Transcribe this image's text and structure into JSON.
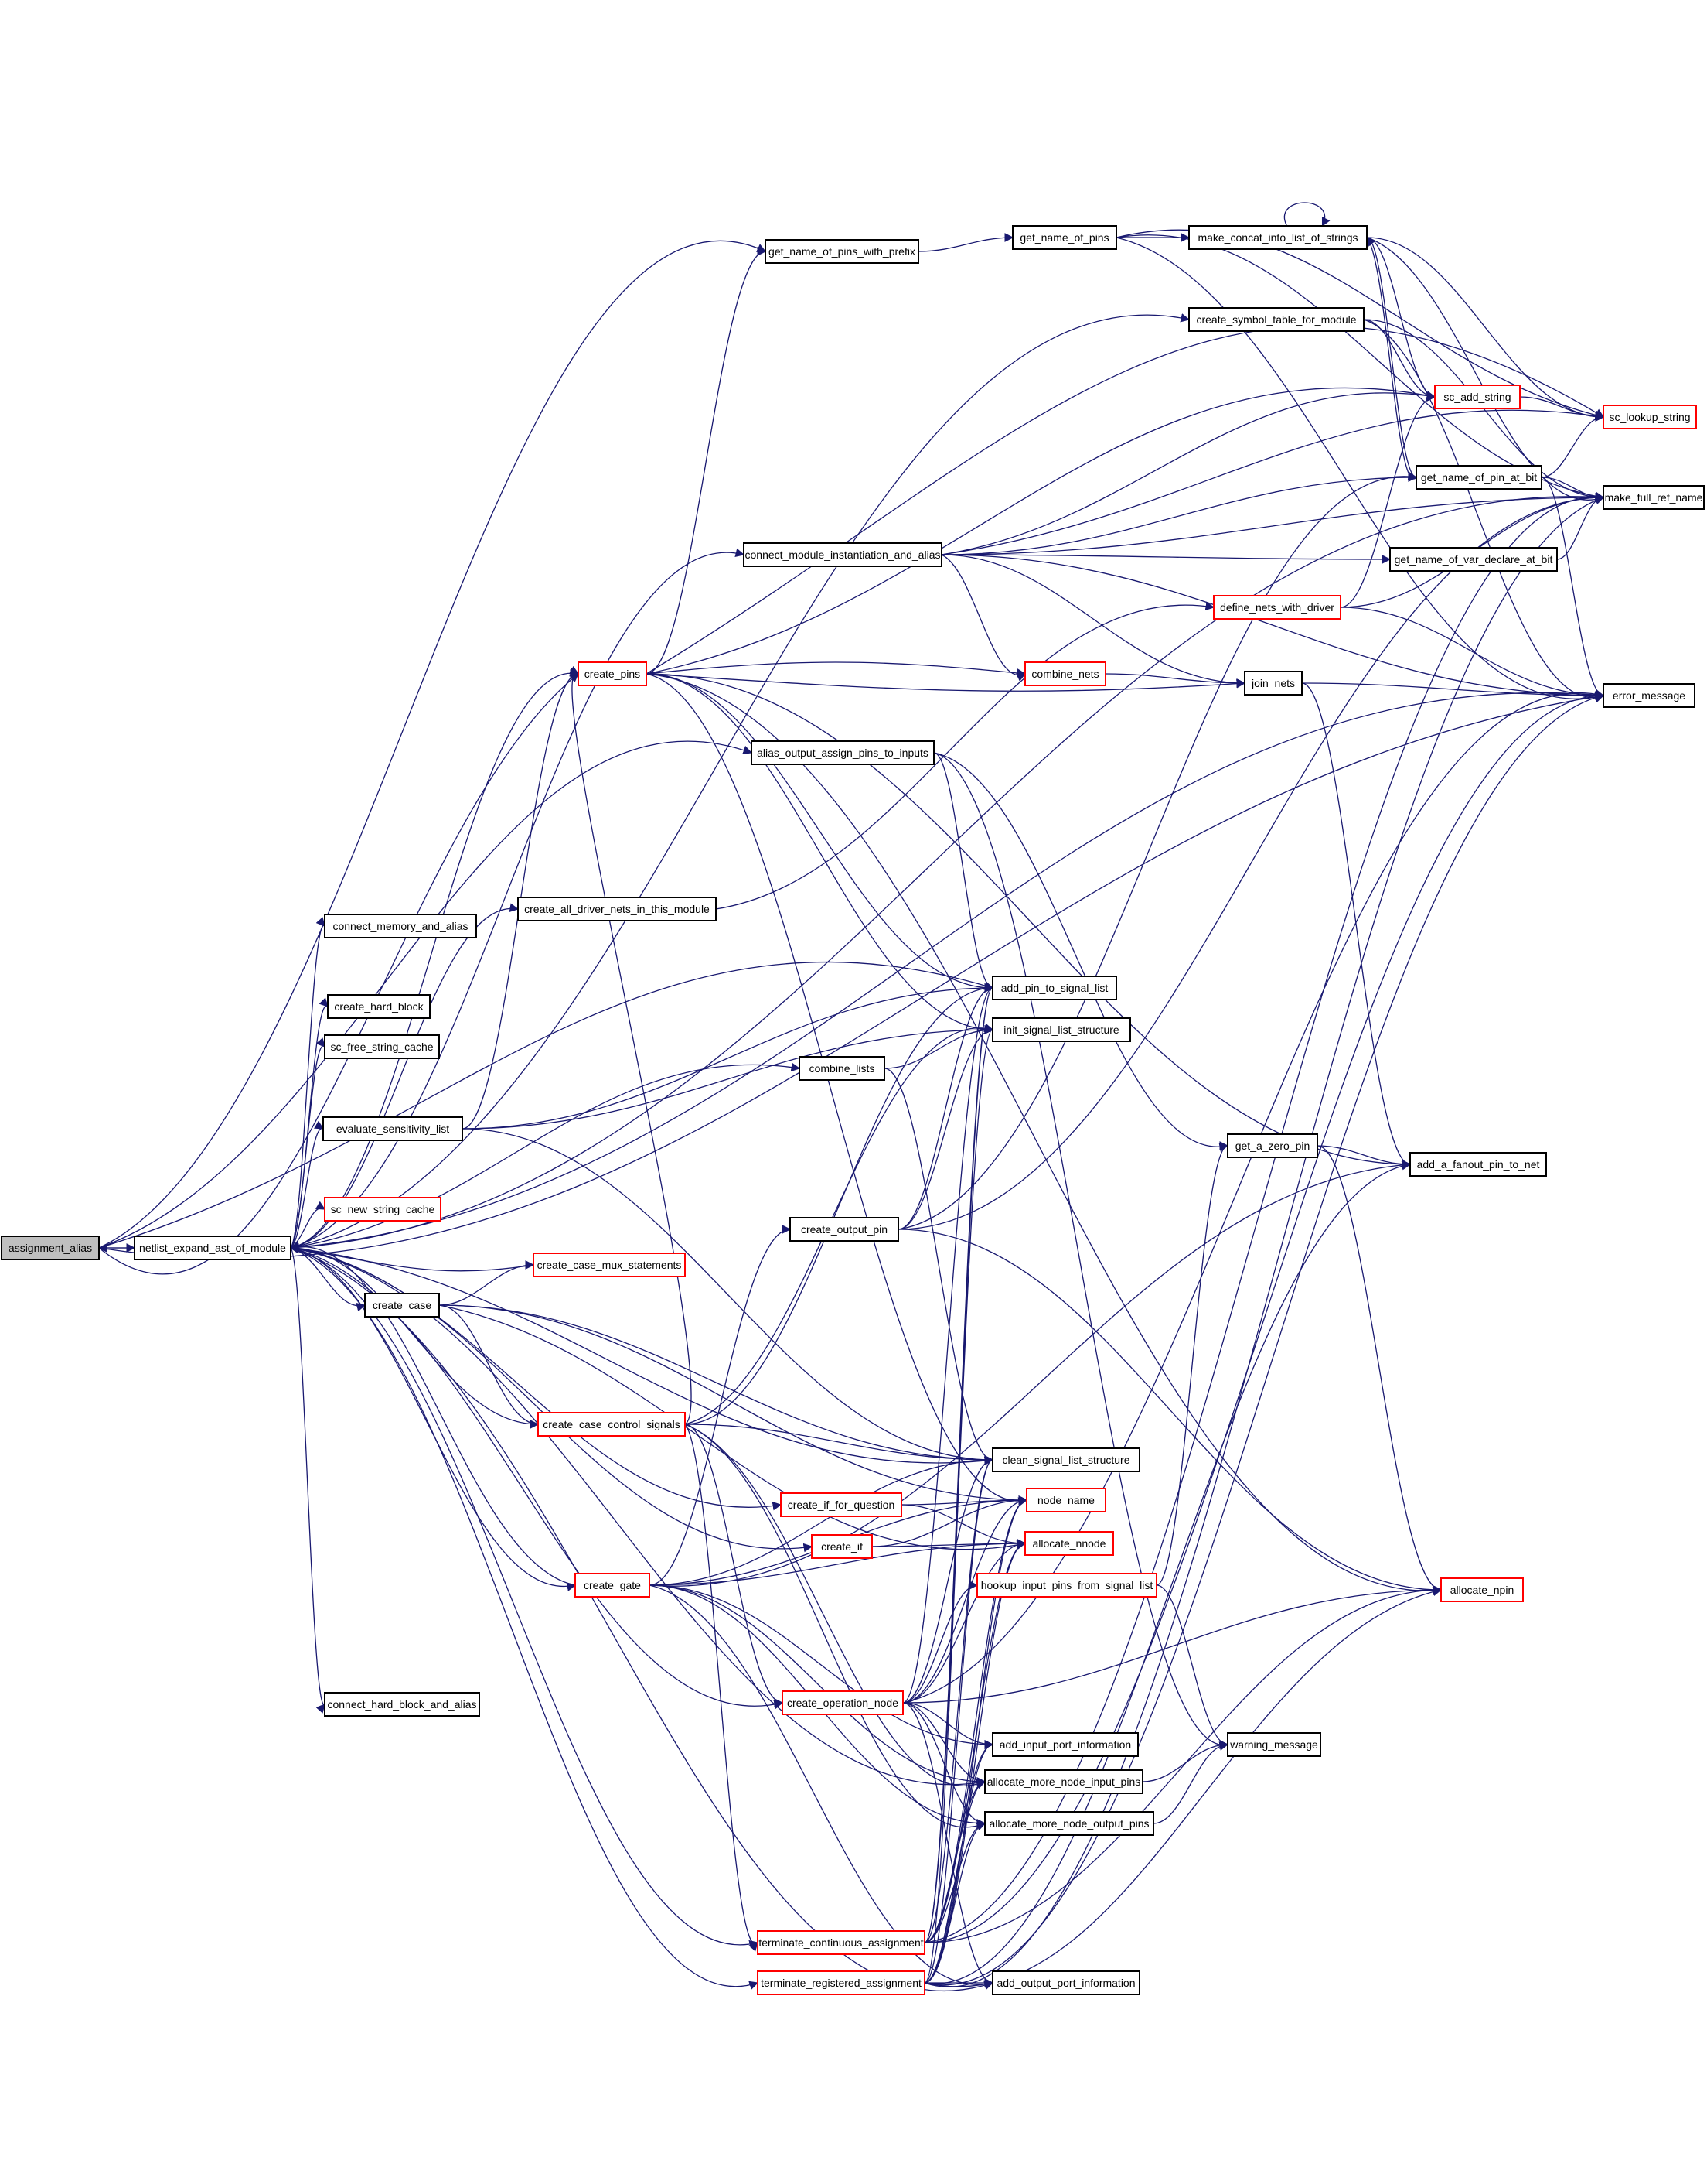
{
  "colors": {
    "edge": "#191970",
    "node_border": "#000000",
    "node_border_incomplete": "#ff0000",
    "root_fill": "#bfbfbf",
    "node_fill": "#ffffff"
  },
  "nodes": {
    "assignment_alias": {
      "label": "assignment_alias",
      "style": "root"
    },
    "netlist_expand_ast_of_module": {
      "label": "netlist_expand_ast_of_module",
      "style": "black"
    },
    "get_name_of_pins_with_prefix": {
      "label": "get_name_of_pins_with_prefix",
      "style": "black"
    },
    "get_name_of_pins": {
      "label": "get_name_of_pins",
      "style": "black"
    },
    "make_concat_into_list_of_strings": {
      "label": "make_concat_into_list_of_strings",
      "style": "black"
    },
    "create_symbol_table_for_module": {
      "label": "create_symbol_table_for_module",
      "style": "black"
    },
    "sc_add_string": {
      "label": "sc_add_string",
      "style": "red"
    },
    "sc_lookup_string": {
      "label": "sc_lookup_string",
      "style": "red"
    },
    "get_name_of_pin_at_bit": {
      "label": "get_name_of_pin_at_bit",
      "style": "black"
    },
    "make_full_ref_name": {
      "label": "make_full_ref_name",
      "style": "black"
    },
    "connect_module_instantiation_and_alias": {
      "label": "connect_module_instantiation_and_alias",
      "style": "black"
    },
    "get_name_of_var_declare_at_bit": {
      "label": "get_name_of_var_declare_at_bit",
      "style": "black"
    },
    "define_nets_with_driver": {
      "label": "define_nets_with_driver",
      "style": "red"
    },
    "create_pins": {
      "label": "create_pins",
      "style": "red"
    },
    "combine_nets": {
      "label": "combine_nets",
      "style": "red"
    },
    "join_nets": {
      "label": "join_nets",
      "style": "black"
    },
    "error_message": {
      "label": "error_message",
      "style": "black"
    },
    "alias_output_assign_pins_to_inputs": {
      "label": "alias_output_assign_pins_to_inputs",
      "style": "black"
    },
    "connect_memory_and_alias": {
      "label": "connect_memory_and_alias",
      "style": "black"
    },
    "create_all_driver_nets_in_this_module": {
      "label": "create_all_driver_nets_in_this_module",
      "style": "black"
    },
    "add_pin_to_signal_list": {
      "label": "add_pin_to_signal_list",
      "style": "black"
    },
    "create_hard_block": {
      "label": "create_hard_block",
      "style": "black"
    },
    "init_signal_list_structure": {
      "label": "init_signal_list_structure",
      "style": "black"
    },
    "sc_free_string_cache": {
      "label": "sc_free_string_cache",
      "style": "black"
    },
    "combine_lists": {
      "label": "combine_lists",
      "style": "black"
    },
    "evaluate_sensitivity_list": {
      "label": "evaluate_sensitivity_list",
      "style": "black"
    },
    "get_a_zero_pin": {
      "label": "get_a_zero_pin",
      "style": "black"
    },
    "add_a_fanout_pin_to_net": {
      "label": "add_a_fanout_pin_to_net",
      "style": "black"
    },
    "sc_new_string_cache": {
      "label": "sc_new_string_cache",
      "style": "red"
    },
    "create_output_pin": {
      "label": "create_output_pin",
      "style": "black"
    },
    "create_case_mux_statements": {
      "label": "create_case_mux_statements",
      "style": "red"
    },
    "create_case": {
      "label": "create_case",
      "style": "black"
    },
    "create_case_control_signals": {
      "label": "create_case_control_signals",
      "style": "red"
    },
    "clean_signal_list_structure": {
      "label": "clean_signal_list_structure",
      "style": "black"
    },
    "create_if_for_question": {
      "label": "create_if_for_question",
      "style": "red"
    },
    "node_name": {
      "label": "node_name",
      "style": "red"
    },
    "create_if": {
      "label": "create_if",
      "style": "red"
    },
    "allocate_nnode": {
      "label": "allocate_nnode",
      "style": "red"
    },
    "hookup_input_pins_from_signal_list": {
      "label": "hookup_input_pins_from_signal_list",
      "style": "red"
    },
    "create_gate": {
      "label": "create_gate",
      "style": "red"
    },
    "allocate_npin": {
      "label": "allocate_npin",
      "style": "red"
    },
    "create_operation_node": {
      "label": "create_operation_node",
      "style": "red"
    },
    "connect_hard_block_and_alias": {
      "label": "connect_hard_block_and_alias",
      "style": "black"
    },
    "add_input_port_information": {
      "label": "add_input_port_information",
      "style": "black"
    },
    "warning_message": {
      "label": "warning_message",
      "style": "black"
    },
    "allocate_more_node_input_pins": {
      "label": "allocate_more_node_input_pins",
      "style": "black"
    },
    "allocate_more_node_output_pins": {
      "label": "allocate_more_node_output_pins",
      "style": "black"
    },
    "terminate_continuous_assignment": {
      "label": "terminate_continuous_assignment",
      "style": "red"
    },
    "terminate_registered_assignment": {
      "label": "terminate_registered_assignment",
      "style": "red"
    },
    "add_output_port_information": {
      "label": "add_output_port_information",
      "style": "black"
    }
  }
}
